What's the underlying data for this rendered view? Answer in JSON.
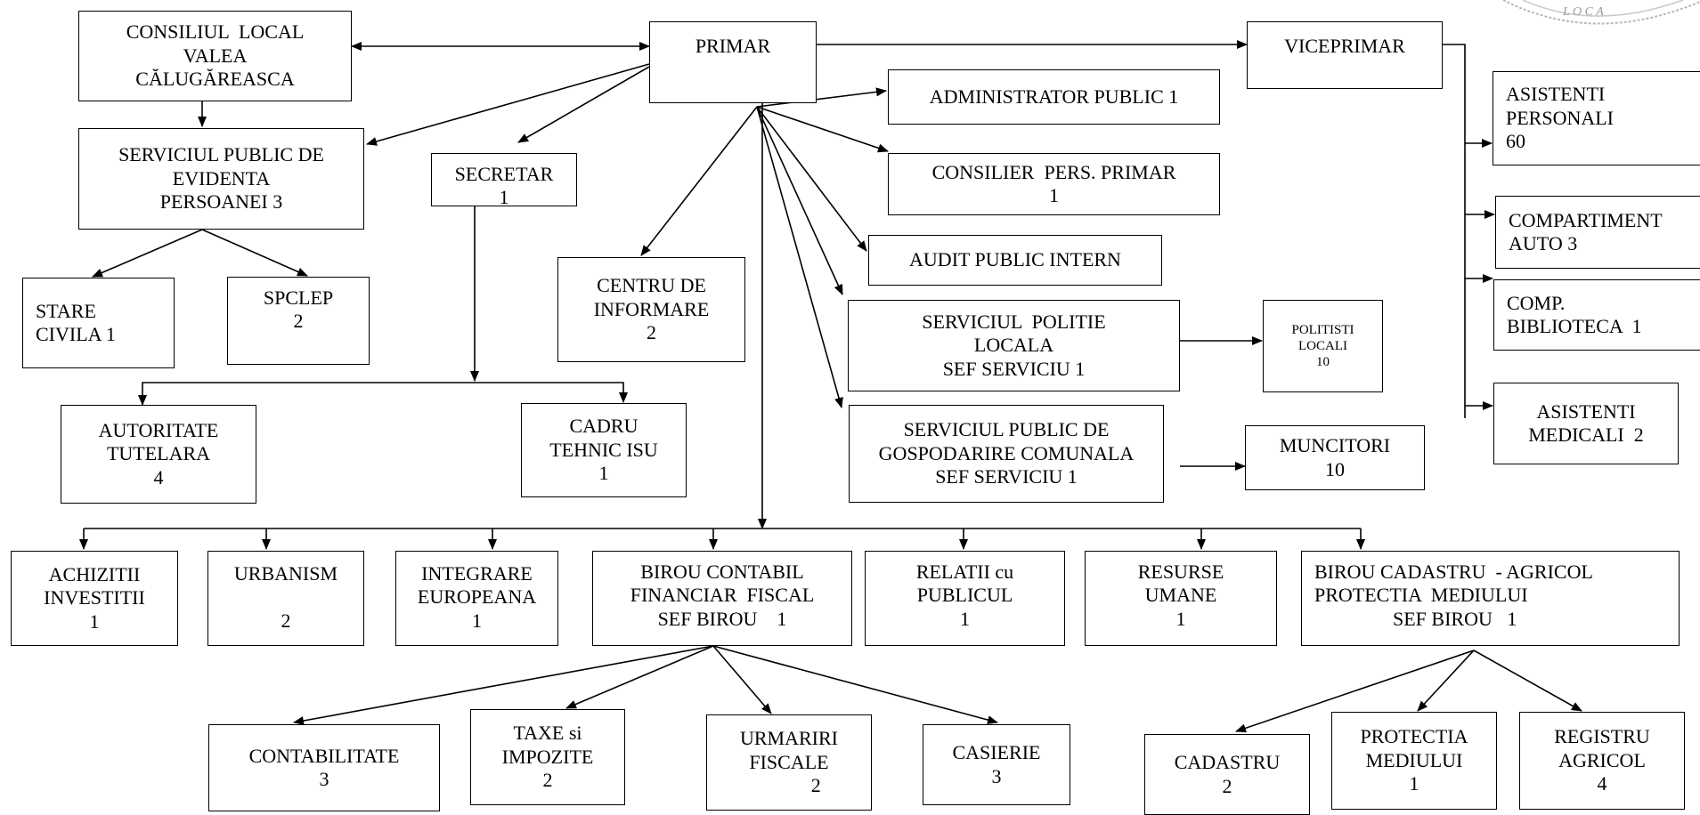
{
  "org_chart": {
    "consiliul_local": "CONSILIUL  LOCAL\nVALEA\nCĂLUGĂREASCA",
    "primar": "PRIMAR",
    "viceprimar": "VICEPRIMAR",
    "serviciul_evidenta": "SERVICIUL PUBLIC DE\nEVIDENTA\nPERSOANEI 3",
    "stare_civila": "STARE\nCIVILA 1",
    "spclep": "SPCLEP\n2",
    "secretar": "SECRETAR\n1",
    "centru_informare": "CENTRU DE\nINFORMARE\n2",
    "autoritate_tutelara": "AUTORITATE\nTUTELARA\n4",
    "cadru_tehnic_isu": "CADRU\nTEHNIC ISU\n1",
    "administrator_public": "ADMINISTRATOR PUBLIC 1",
    "consilier_pers_primar": "CONSILIER  PERS. PRIMAR\n1",
    "audit_public_intern": "AUDIT PUBLIC INTERN",
    "serviciul_politie": "SERVICIUL  POLITIE\nLOCALA\nSEF SERVICIU 1",
    "politisti_locali": "POLITISTI\nLOCALI\n10",
    "serviciul_gospodarire": "SERVICIUL PUBLIC DE\nGOSPODARIRE COMUNALA\nSEF SERVICIU 1",
    "muncitori": "MUNCITORI\n10",
    "asistenti_personali": "ASISTENTI\nPERSONALI\n60",
    "compartiment_auto": "COMPARTIMENT\nAUTO 3",
    "comp_biblioteca": "COMP.\nBIBLIOTECA  1",
    "asistenti_medicali": "ASISTENTI\nMEDICALI  2",
    "achizitii_investitii": "ACHIZITII\nINVESTITII\n1",
    "urbanism": "URBANISM\n\n2",
    "integrare_europeana": "INTEGRARE\nEUROPEANA\n1",
    "birou_contabil": "BIROU CONTABIL\nFINANCIAR  FISCAL\nSEF BIROU    1",
    "relatii_publicul": "RELATII cu\nPUBLICUL\n1",
    "resurse_umane": "RESURSE\nUMANE\n1",
    "birou_cadastru": "BIROU CADASTRU  - AGRICOL\nPROTECTIA  MEDIULUI\n                SEF BIROU   1",
    "contabilitate": "CONTABILITATE\n3",
    "taxe_impozite": "TAXE si\nIMPOZITE\n2",
    "urmariri_fiscale": "URMARIRI\nFISCALE\n           2",
    "casierie": "CASIERIE\n3",
    "cadastru": "CADASTRU\n2",
    "protectia_mediului": "PROTECTIA\nMEDIULUI\n1",
    "registru_agricol": "REGISTRU\nAGRICOL\n4",
    "stamp_text": "L O C A"
  },
  "colors": {
    "line": "#000000",
    "box_border": "#000000",
    "background": "#ffffff",
    "stamp": "#b8b8b8"
  }
}
